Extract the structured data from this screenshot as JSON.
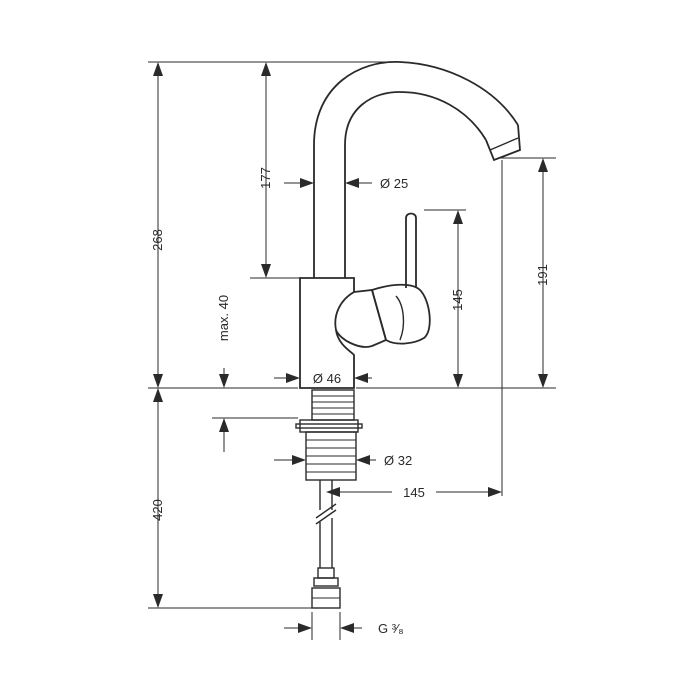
{
  "drawing": {
    "labels": {
      "height_total": "268",
      "spout_height": "177",
      "spout_diameter": "Ø 25",
      "max_deck_thickness": "max. 40",
      "body_diameter": "Ø 46",
      "lever_height": "145",
      "outlet_height": "191",
      "shank_diameter": "Ø 32",
      "spout_reach": "145",
      "hose_length": "420",
      "connection_thread": "G ³⁄₈"
    }
  }
}
